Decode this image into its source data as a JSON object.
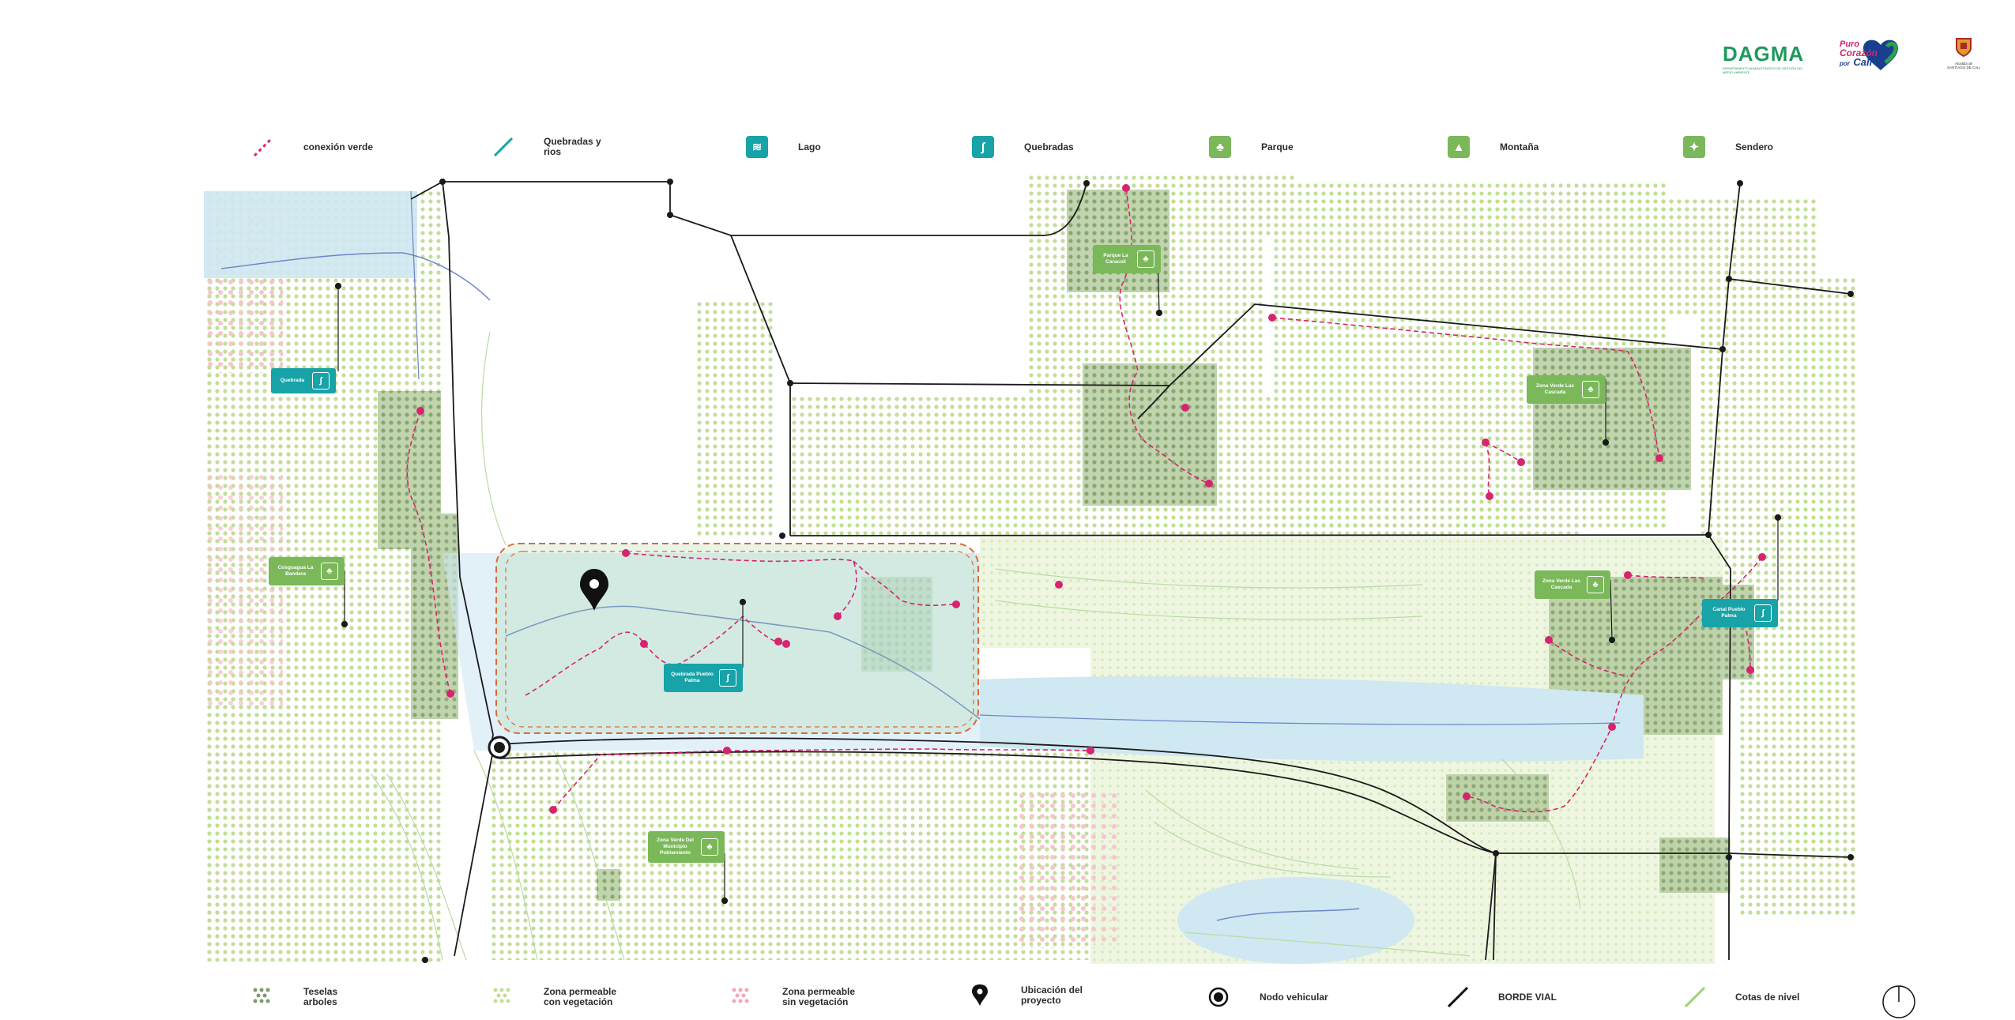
{
  "logos": {
    "dagma_name": "DAGMA",
    "dagma_subtitle": "DEPARTAMENTO ADMINISTRATIVO DE GESTIÓN DEL MEDIO AMBIENTE",
    "puro_line1": "Puro",
    "puro_line2": "Corazón",
    "puro_line3": "por",
    "puro_line4": "Cali",
    "alcaldia_line1": "Alcaldía de",
    "alcaldia_line2": "SANTIAGO DE CALI"
  },
  "top_legend": [
    {
      "label": "conexión verde",
      "icon": "dashed-line-icon",
      "color": "#d6246e"
    },
    {
      "label": "Quebradas y rios",
      "icon": "stream-line-icon",
      "color": "#17a3a8"
    },
    {
      "label": "Lago",
      "icon": "lake-icon",
      "color": "#17a3a8"
    },
    {
      "label": "Quebradas",
      "icon": "stream-icon",
      "color": "#17a3a8"
    },
    {
      "label": "Parque",
      "icon": "park-icon",
      "color": "#7ab85a"
    },
    {
      "label": "Montaña",
      "icon": "mountain-icon",
      "color": "#7ab85a"
    },
    {
      "label": "Sendero",
      "icon": "trail-icon",
      "color": "#7ab85a"
    }
  ],
  "bottom_legend": [
    {
      "label": "Teselas arboles",
      "icon": "tree-tiles-icon"
    },
    {
      "label": "Zona permeable con vegetación",
      "icon": "green-dots-icon"
    },
    {
      "label": "Zona permeable sin vegetación",
      "icon": "pink-dots-icon"
    },
    {
      "label": "Ubicación del proyecto",
      "icon": "location-pin-icon"
    },
    {
      "label": "Nodo vehicular",
      "icon": "vehicle-node-icon"
    },
    {
      "label": "BORDE VIAL",
      "icon": "road-edge-icon"
    },
    {
      "label": "Cotas de nivel",
      "icon": "contour-line-icon"
    }
  ],
  "map_labels": {
    "quebrada_nw": "Quebrada",
    "cosguagua": "Cosguagua La Bandera",
    "parque_caracoli": "Parque La Caracolí",
    "zona_verde_cascada_1": "Zona Verde Las Cascada",
    "zona_verde_cascada_2": "Zona Verde Las Cascada",
    "canal_pueblo_palma": "Canal Pueblo Palma",
    "quebrada_pueblo_palma": "Quebrada Pueblo Palma",
    "zona_verde_municipio": "Zona Verde Del Municipio Poblamiento"
  },
  "colors": {
    "green_badge": "#7ab85a",
    "teal_badge": "#17a3a8",
    "trail": "#d6246e",
    "water": "#cfe8f2",
    "vegetation": "#b9d98e",
    "tree_tiles": "#7f9b6a"
  }
}
